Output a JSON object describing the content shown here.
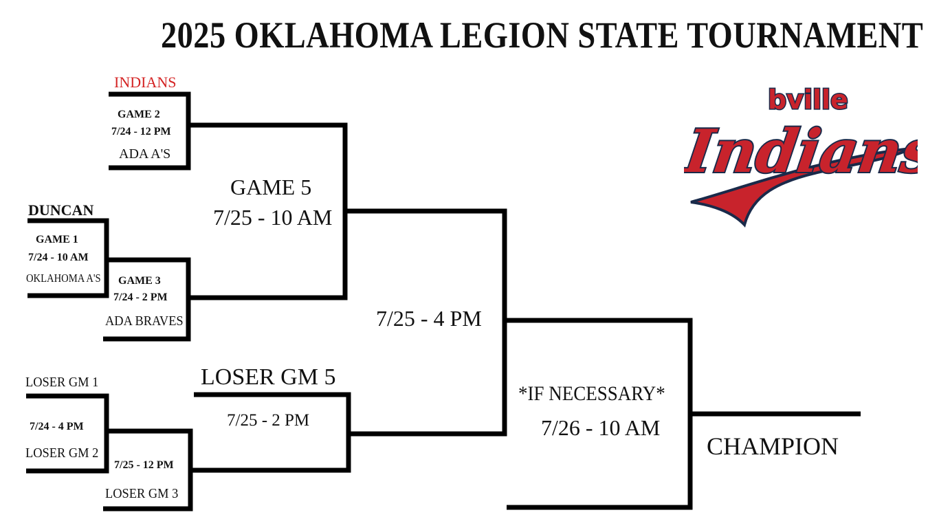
{
  "title": "2025 OKLAHOMA LEGION STATE TOURNAMENT",
  "colors": {
    "lines": "#000000",
    "accent_red": "#d42424",
    "logo_red": "#c8232c",
    "logo_navy": "#1a2a4a"
  },
  "logo": {
    "top_text": "bville",
    "main_text": "Indians"
  },
  "game2": {
    "top_team": "INDIANS",
    "label": "GAME 2",
    "time": "7/24 - 12 PM",
    "bottom_team": "ADA A'S"
  },
  "game1": {
    "top_team": "DUNCAN",
    "label": "GAME 1",
    "time": "7/24 - 10 AM",
    "bottom_team": "OKLAHOMA A'S"
  },
  "game3": {
    "label": "GAME 3",
    "time": "7/24 - 2 PM",
    "bottom_team": "ADA BRAVES"
  },
  "game5": {
    "label": "GAME 5",
    "time": "7/25 - 10 AM"
  },
  "semifinal": {
    "time": "7/25 - 4 PM"
  },
  "loser_bracket": {
    "loser_gm1": "LOSER GM 1",
    "time_a": "7/24 - 4 PM",
    "loser_gm2": "LOSER GM 2",
    "time_b": "7/25 - 12 PM",
    "loser_gm3": "LOSER GM 3",
    "loser_gm5": "LOSER GM 5",
    "time_c": "7/25 - 2 PM"
  },
  "final": {
    "note": "*IF NECESSARY*",
    "time": "7/26 - 10 AM"
  },
  "champion": "CHAMPION"
}
